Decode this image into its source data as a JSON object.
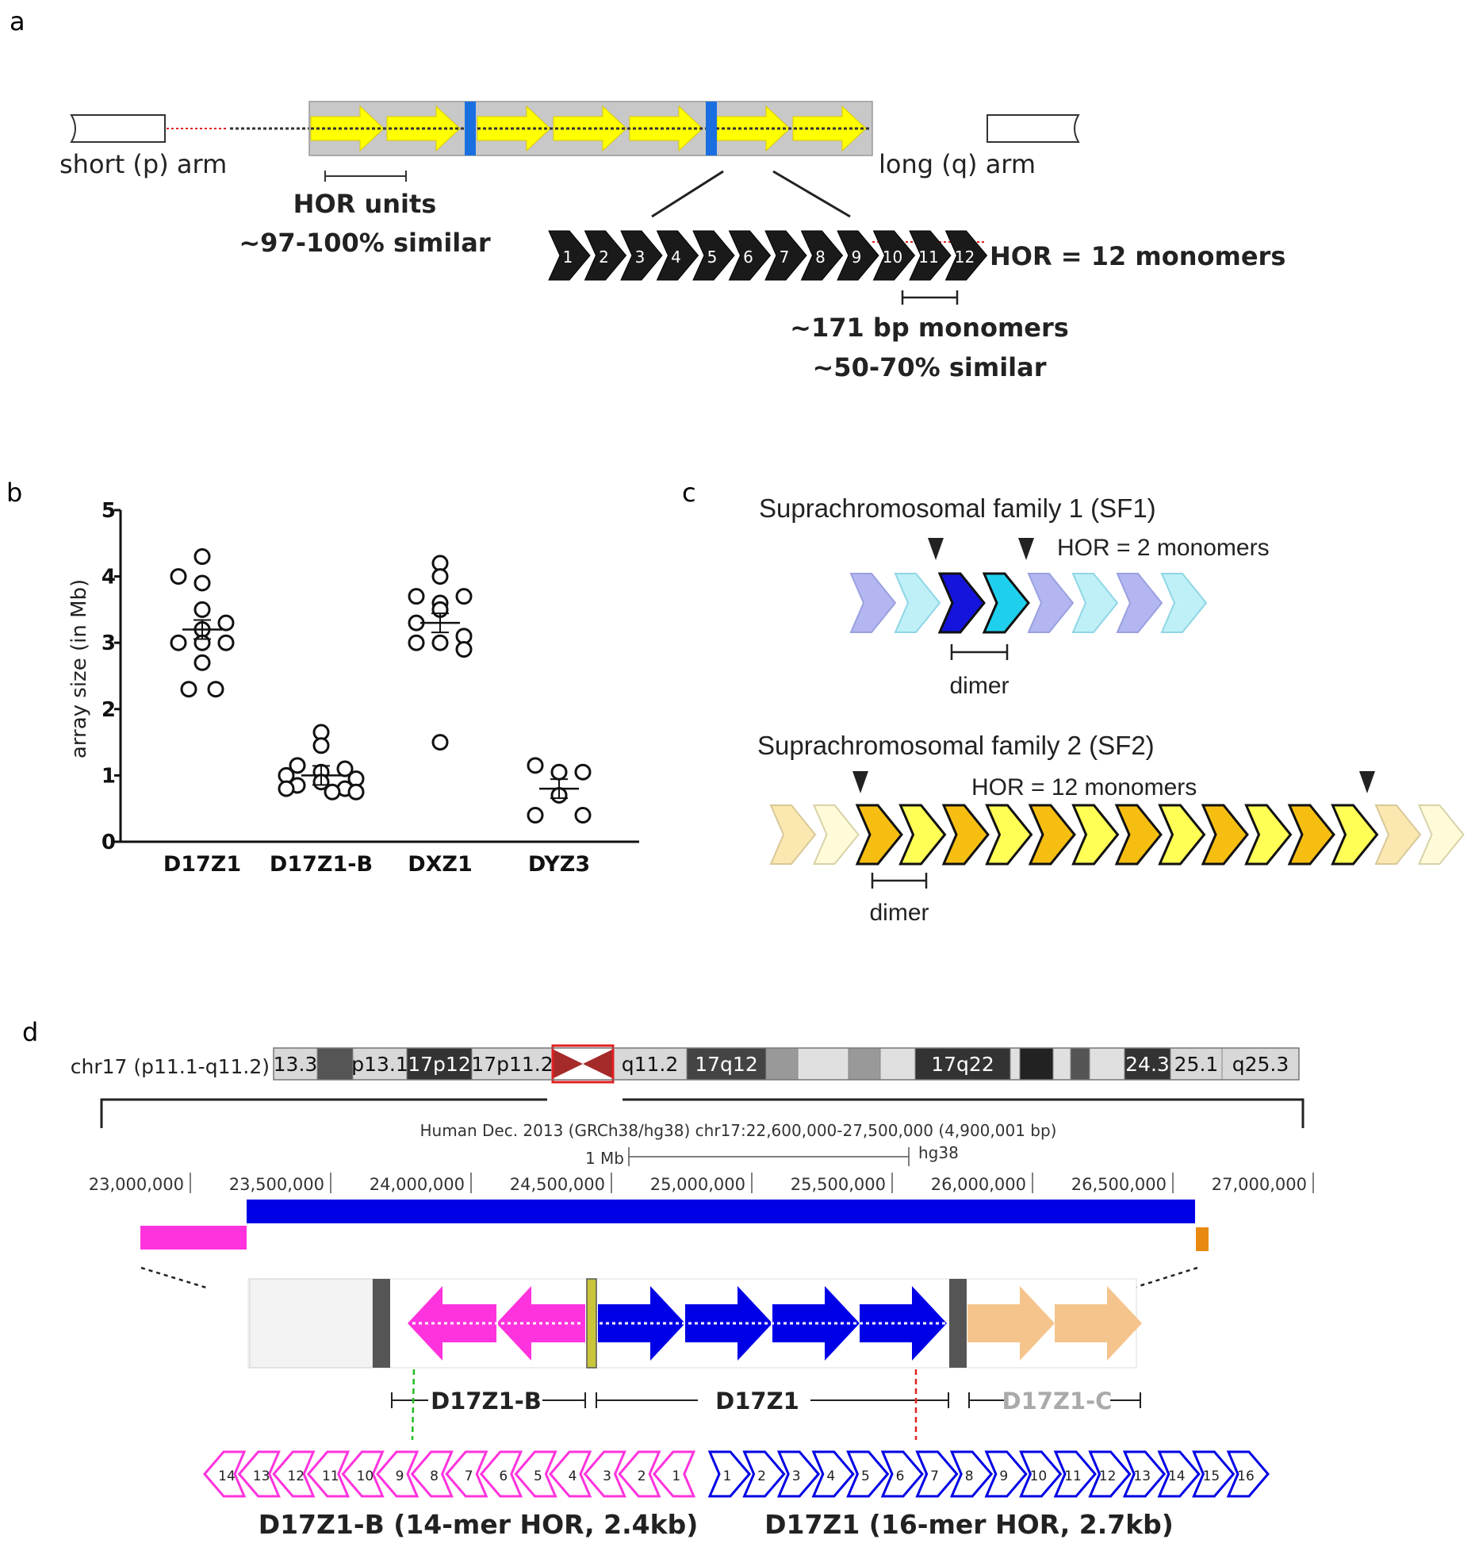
{
  "panel_letters": {
    "a": "a",
    "b": "b",
    "c": "c",
    "d": "d"
  },
  "panel_a": {
    "short_arm": "short (p) arm",
    "long_arm": "long (q) arm",
    "hor_units": "HOR units",
    "hor_units_similarity": "~97-100% similar",
    "hor_monomers": "HOR = 12 monomers",
    "monomer_size": "~171 bp monomers",
    "monomer_similarity": "~50-70% similar",
    "monomer_numbers": [
      "1",
      "2",
      "3",
      "4",
      "5",
      "6",
      "7",
      "8",
      "9",
      "10",
      "11",
      "12"
    ],
    "colors": {
      "hor_arrow": "#ffff00",
      "array_bg": "#c8c8c8",
      "divider": "#1a6fe0",
      "monomer": "#1a1a1a"
    }
  },
  "panel_c": {
    "sf1_title": "Suprachromosomal family 1 (SF1)",
    "sf1_hor": "HOR = 2 monomers",
    "sf1_dimer": "dimer",
    "sf2_title": "Suprachromosomal family 2 (SF2)",
    "sf2_hor": "HOR = 12 monomers",
    "sf2_dimer": "dimer"
  },
  "panel_d": {
    "chrom_label": "chr17 (p11.1-q11.2)",
    "bands": [
      "13.3",
      "p13.1",
      "17p12",
      "17p11.2",
      "q11.2",
      "17q12",
      "17q22",
      "24.3",
      "25.1",
      "q25.3"
    ],
    "assembly": "Human Dec. 2013 (GRCh38/hg38)   chr17:22,600,000-27,500,000 (4,900,001 bp)",
    "scale_label": "1 Mb",
    "scale_assembly": "hg38",
    "coords": [
      "23,000,000",
      "23,500,000",
      "24,000,000",
      "24,500,000",
      "25,000,000",
      "25,500,000",
      "26,000,000",
      "26,500,000",
      "27,000,000"
    ],
    "array_labels": {
      "b": "D17Z1-B",
      "main": "D17Z1",
      "c": "D17Z1-C"
    },
    "hor_b_numbers": [
      "14",
      "13",
      "12",
      "11",
      "10",
      "9",
      "8",
      "7",
      "6",
      "5",
      "4",
      "3",
      "2",
      "1"
    ],
    "hor_main_numbers": [
      "1",
      "2",
      "3",
      "4",
      "5",
      "6",
      "7",
      "8",
      "9",
      "10",
      "11",
      "12",
      "13",
      "14",
      "15",
      "16"
    ],
    "hor_b_caption": "D17Z1-B (14-mer HOR, 2.4kb)",
    "hor_main_caption": "D17Z1 (16-mer HOR, 2.7kb)",
    "colors": {
      "b": "#ff33dd",
      "main": "#0000e6",
      "c": "#f5c48c",
      "orange": "#e98a10"
    }
  },
  "chart_data": {
    "type": "scatter",
    "ylabel": "array size (in Mb)",
    "ylim": [
      0,
      5
    ],
    "yticks": [
      "0",
      "1",
      "2",
      "3",
      "4",
      "5"
    ],
    "categories": [
      "D17Z1",
      "D17Z1-B",
      "DXZ1",
      "DYZ3"
    ],
    "series": [
      {
        "category": "D17Z1",
        "values": [
          4.3,
          4.0,
          3.9,
          3.5,
          3.3,
          3.2,
          3.0,
          3.0,
          3.0,
          2.7,
          2.3,
          2.3
        ],
        "mean": 3.2
      },
      {
        "category": "D17Z1-B",
        "values": [
          1.65,
          1.45,
          1.15,
          1.1,
          1.05,
          1.0,
          0.95,
          0.9,
          0.85,
          0.8,
          0.8,
          0.75,
          0.75
        ],
        "mean": 1.0
      },
      {
        "category": "DXZ1",
        "values": [
          4.2,
          4.0,
          3.7,
          3.7,
          3.6,
          3.5,
          3.3,
          3.1,
          3.0,
          3.0,
          2.9,
          1.5
        ],
        "mean": 3.3
      },
      {
        "category": "DYZ3",
        "values": [
          1.15,
          1.05,
          1.05,
          0.7,
          0.4,
          0.4
        ],
        "mean": 0.8
      }
    ]
  }
}
